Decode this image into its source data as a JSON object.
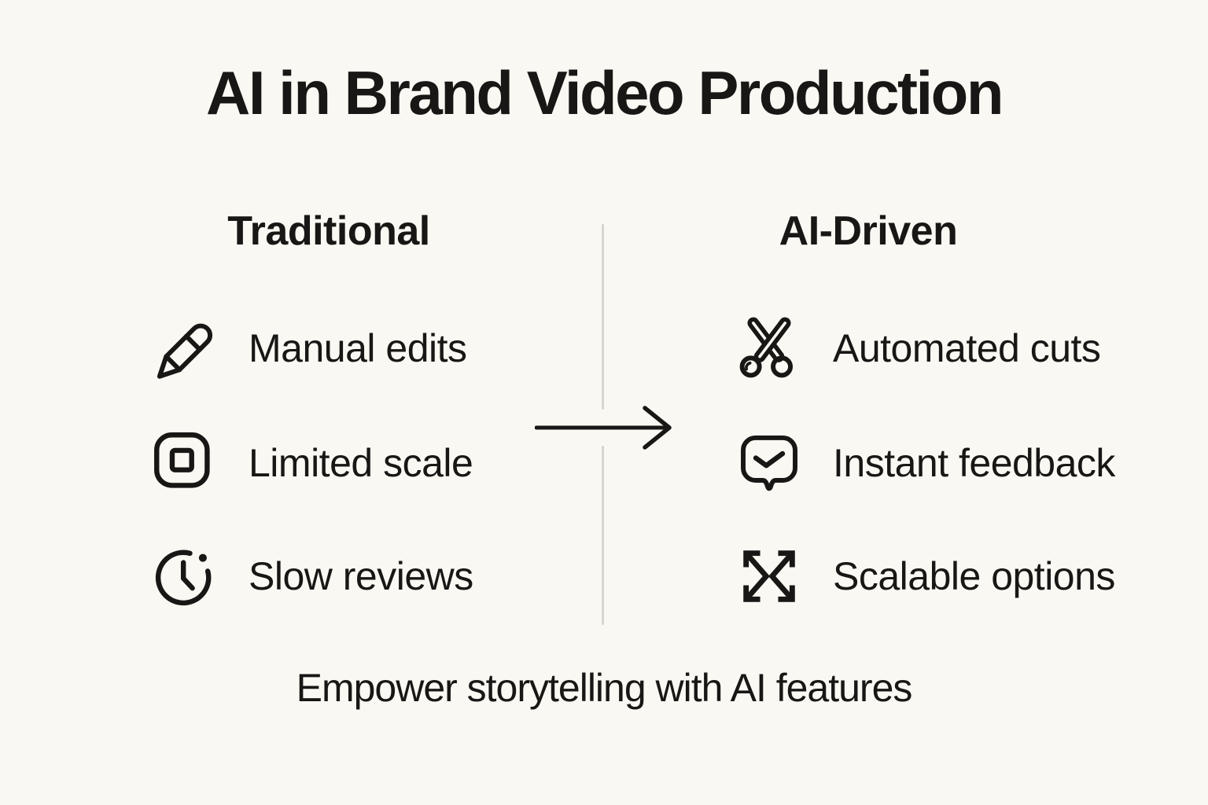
{
  "title": "AI in Brand Video Production",
  "left_column": {
    "header": "Traditional",
    "items": [
      {
        "icon": "pencil-icon",
        "label": "Manual edits"
      },
      {
        "icon": "frame-icon",
        "label": "Limited scale"
      },
      {
        "icon": "clock-icon",
        "label": "Slow reviews"
      }
    ]
  },
  "right_column": {
    "header": "AI-Driven",
    "items": [
      {
        "icon": "scissors-icon",
        "label": "Automated cuts"
      },
      {
        "icon": "chat-check-icon",
        "label": "Instant feedback"
      },
      {
        "icon": "shuffle-icon",
        "label": "Scalable options"
      }
    ]
  },
  "caption": "Empower storytelling with AI features",
  "colors": {
    "background": "#faf8f3",
    "ink": "#181715",
    "divider": "#d7d5d0"
  }
}
